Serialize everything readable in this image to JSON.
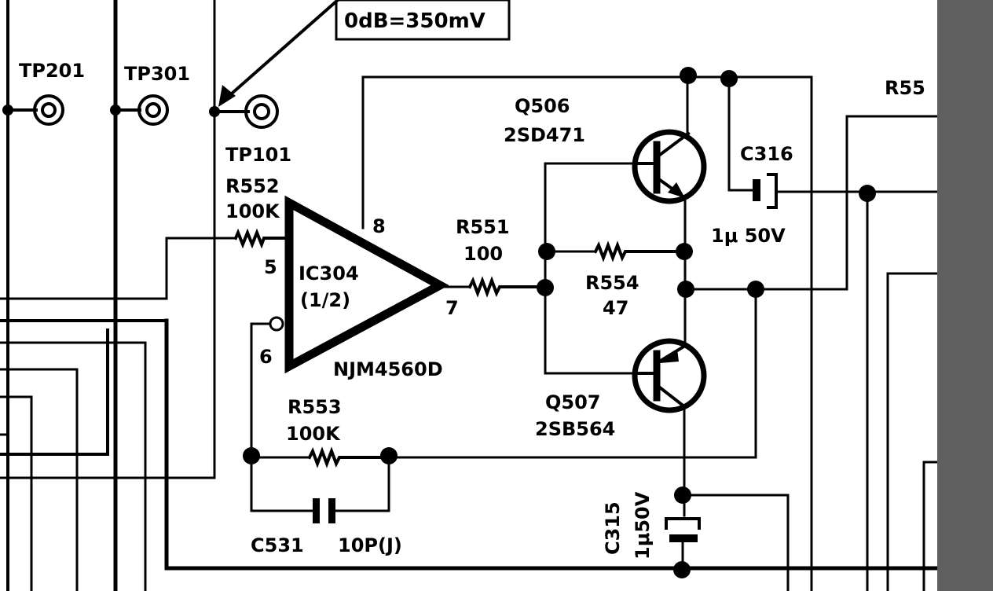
{
  "note_box": {
    "text": "0dB=350mV"
  },
  "test_points": [
    {
      "label": "TP201"
    },
    {
      "label": "TP301"
    },
    {
      "label": "TP101"
    }
  ],
  "ic": {
    "ref": "IC304",
    "unit": "(1/2)",
    "part": "NJM4560D",
    "pins": {
      "in_plus": "5",
      "in_minus": "6",
      "out": "7",
      "vcc": "8"
    }
  },
  "resistors": {
    "r552": {
      "ref": "R552",
      "value": "100K"
    },
    "r551": {
      "ref": "R551",
      "value": "100"
    },
    "r554": {
      "ref": "R554",
      "value": "47"
    },
    "r553": {
      "ref": "R553",
      "value": "100K"
    },
    "r555_partial": {
      "ref": "R55"
    }
  },
  "transistors": {
    "q506": {
      "ref": "Q506",
      "part": "2SD471"
    },
    "q507": {
      "ref": "Q507",
      "part": "2SB564"
    }
  },
  "capacitors": {
    "c316": {
      "ref": "C316",
      "value": "1μ 50V"
    },
    "c315": {
      "ref": "C315",
      "value": "1μ50V"
    },
    "c531": {
      "ref": "C531",
      "value": "10P(J)"
    }
  }
}
